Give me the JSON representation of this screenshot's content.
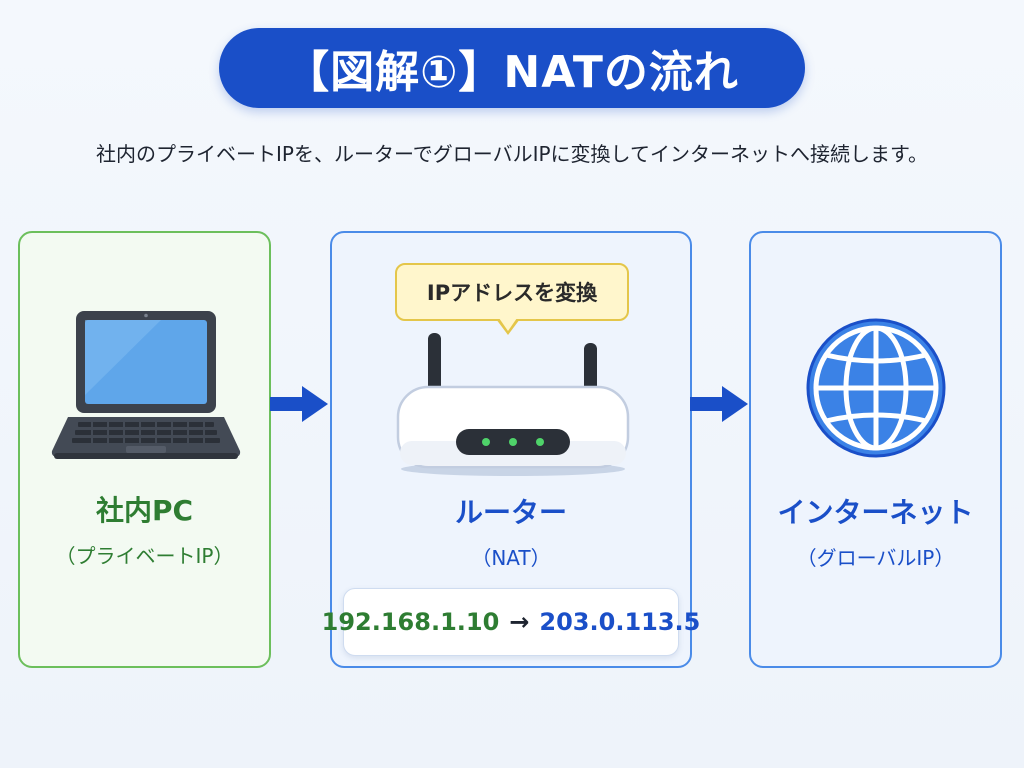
{
  "header": {
    "title": "【図解①】NATの流れ",
    "description": "社内のプライベートIPを、ルーターでグローバルIPに変換してインターネットへ接続します。"
  },
  "nodes": {
    "pc": {
      "label": "社内PC",
      "sublabel": "（プライベートIP）"
    },
    "router": {
      "label": "ルーター",
      "sublabel": "（NAT）",
      "callout": "IPアドレスを変換",
      "private_ip": "192.168.1.10",
      "arrow": "→",
      "global_ip": "203.0.113.5"
    },
    "internet": {
      "label": "インターネット",
      "sublabel": "（グローバルIP）"
    }
  },
  "colors": {
    "title_bg": "#1a4fc8",
    "green": "#2e7d32",
    "blue": "#1a4fc8",
    "green_border": "#6cbf5c",
    "blue_border": "#4a8be8",
    "arrow": "#1a4fc8"
  },
  "icons": {
    "pc": "laptop-icon",
    "router": "router-icon",
    "internet": "globe-icon",
    "flow": "arrow-right-icon"
  }
}
